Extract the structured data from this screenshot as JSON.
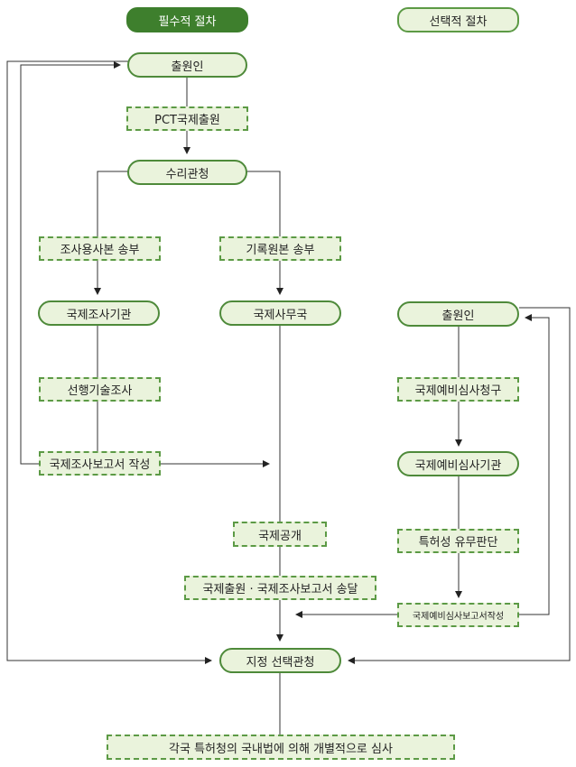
{
  "legend": {
    "required": "필수적 절차",
    "optional": "선택적 절차"
  },
  "nodes": {
    "applicant_top": "출원인",
    "pct_filing": "PCT국제출원",
    "receiving_office": "수리관청",
    "search_copy": "조사용사본 송부",
    "record_copy": "기록원본 송부",
    "isa": "국제조사기관",
    "international_bureau": "국제사무국",
    "prior_art_search": "선행기술조사",
    "search_report": "국제조사보고서 작성",
    "international_publication": "국제공개",
    "transmittal": "국제출원 · 국제조사보고서 송달",
    "designated_office": "지정 선택관청",
    "national_exam": "각국 특허청의 국내법에 의해 개별적으로 심사",
    "applicant_right": "출원인",
    "iper_demand": "국제예비심사청구",
    "ipea": "국제예비심사기관",
    "patentability": "특허성 유무판단",
    "iper_report": "국제예비심사보고서작성"
  }
}
